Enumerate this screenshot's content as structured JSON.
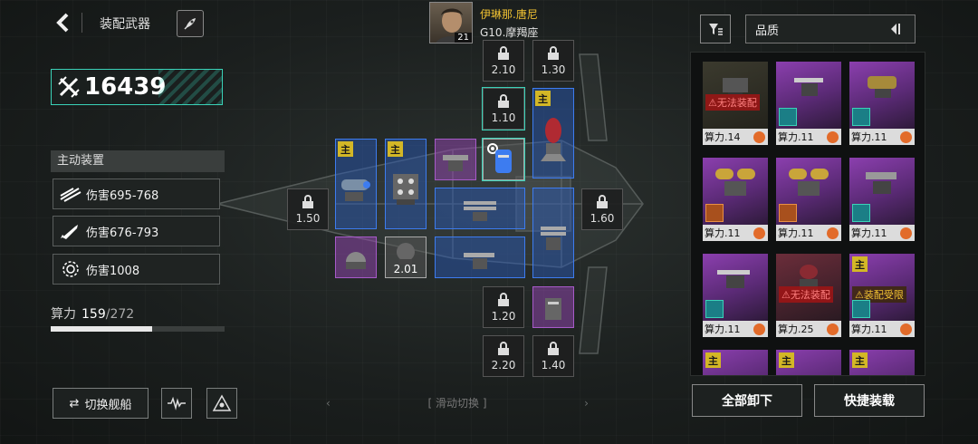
{
  "header": {
    "title": "装配武器"
  },
  "power": {
    "value": "16439"
  },
  "active_devices": {
    "title": "主动装置",
    "stats": [
      {
        "label": "伤害695-768",
        "icon": "slash-icon"
      },
      {
        "label": "伤害676-793",
        "icon": "missile-icon"
      },
      {
        "label": "伤害1008",
        "icon": "shield-ring-icon"
      }
    ]
  },
  "compute": {
    "label": "算力",
    "current": "159",
    "max": "/272",
    "fraction": 0.5846
  },
  "bottom": {
    "switch_ship": "切换舰船",
    "swipe_label": "滑动切换"
  },
  "pilot": {
    "name": "伊琳那.唐尼",
    "ship": "G10.摩羯座",
    "level": "21"
  },
  "slots": {
    "tag": "主",
    "locked": [
      "2.10",
      "1.30",
      "1.10",
      "1.50",
      "1.60",
      "1.20",
      "2.20",
      "1.40"
    ],
    "grey_value": "2.01"
  },
  "filters": {
    "quality_label": "品质"
  },
  "inventory": [
    {
      "label": "算力.14",
      "warn": "无法装配",
      "warn_type": "red"
    },
    {
      "label": "算力.11"
    },
    {
      "label": "算力.11"
    },
    {
      "label": "算力.11"
    },
    {
      "label": "算力.11"
    },
    {
      "label": "算力.11"
    },
    {
      "label": "算力.11"
    },
    {
      "label": "算力.25",
      "warn": "无法装配",
      "warn_type": "red"
    },
    {
      "label": "算力.11",
      "warn": "装配受限",
      "warn_type": "yellow",
      "tag": "主"
    }
  ],
  "actions": {
    "unload_all": "全部卸下",
    "quick_equip": "快捷装载"
  }
}
